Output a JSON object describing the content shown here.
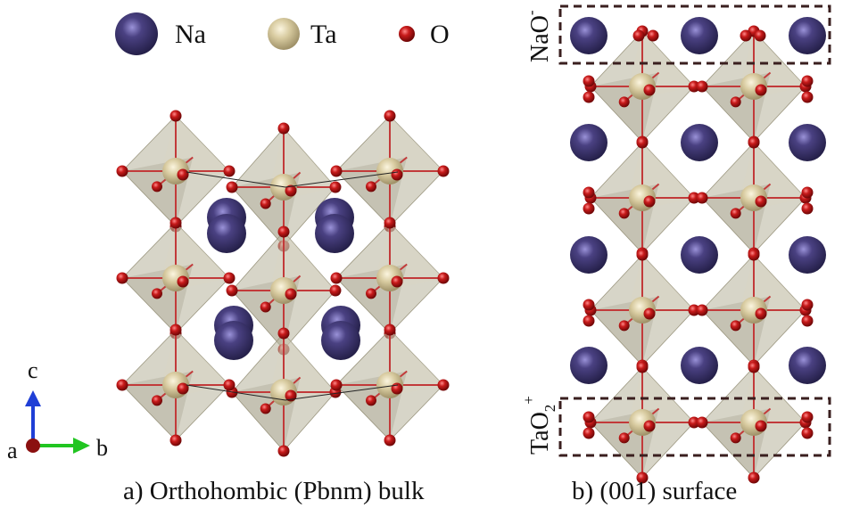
{
  "legend": {
    "items": [
      {
        "name": "Na",
        "color": "#3d3570"
      },
      {
        "name": "Ta",
        "color": "#d8cba0"
      },
      {
        "name": "O",
        "color": "#b31414"
      }
    ]
  },
  "panels": {
    "left_caption": "a) Orthohombic (Pbnm) bulk",
    "right_caption": "b) (001) surface",
    "top_layer_label": "NaO",
    "top_layer_charge": "-",
    "bottom_layer_label": "TaO",
    "bottom_layer_subscript": "2",
    "bottom_layer_charge": "+"
  },
  "axes": {
    "a_label": "a",
    "b_label": "b",
    "c_label": "c"
  },
  "colors": {
    "na": "#3d3570",
    "ta": "#d8cba0",
    "o": "#b31414",
    "octahedron": "#b7b39a",
    "bond": "#c23a3a",
    "box": "#3a1f1f",
    "axis_c": "#1f3fd6",
    "axis_b": "#21c521",
    "axis_a": "#8b1010"
  }
}
